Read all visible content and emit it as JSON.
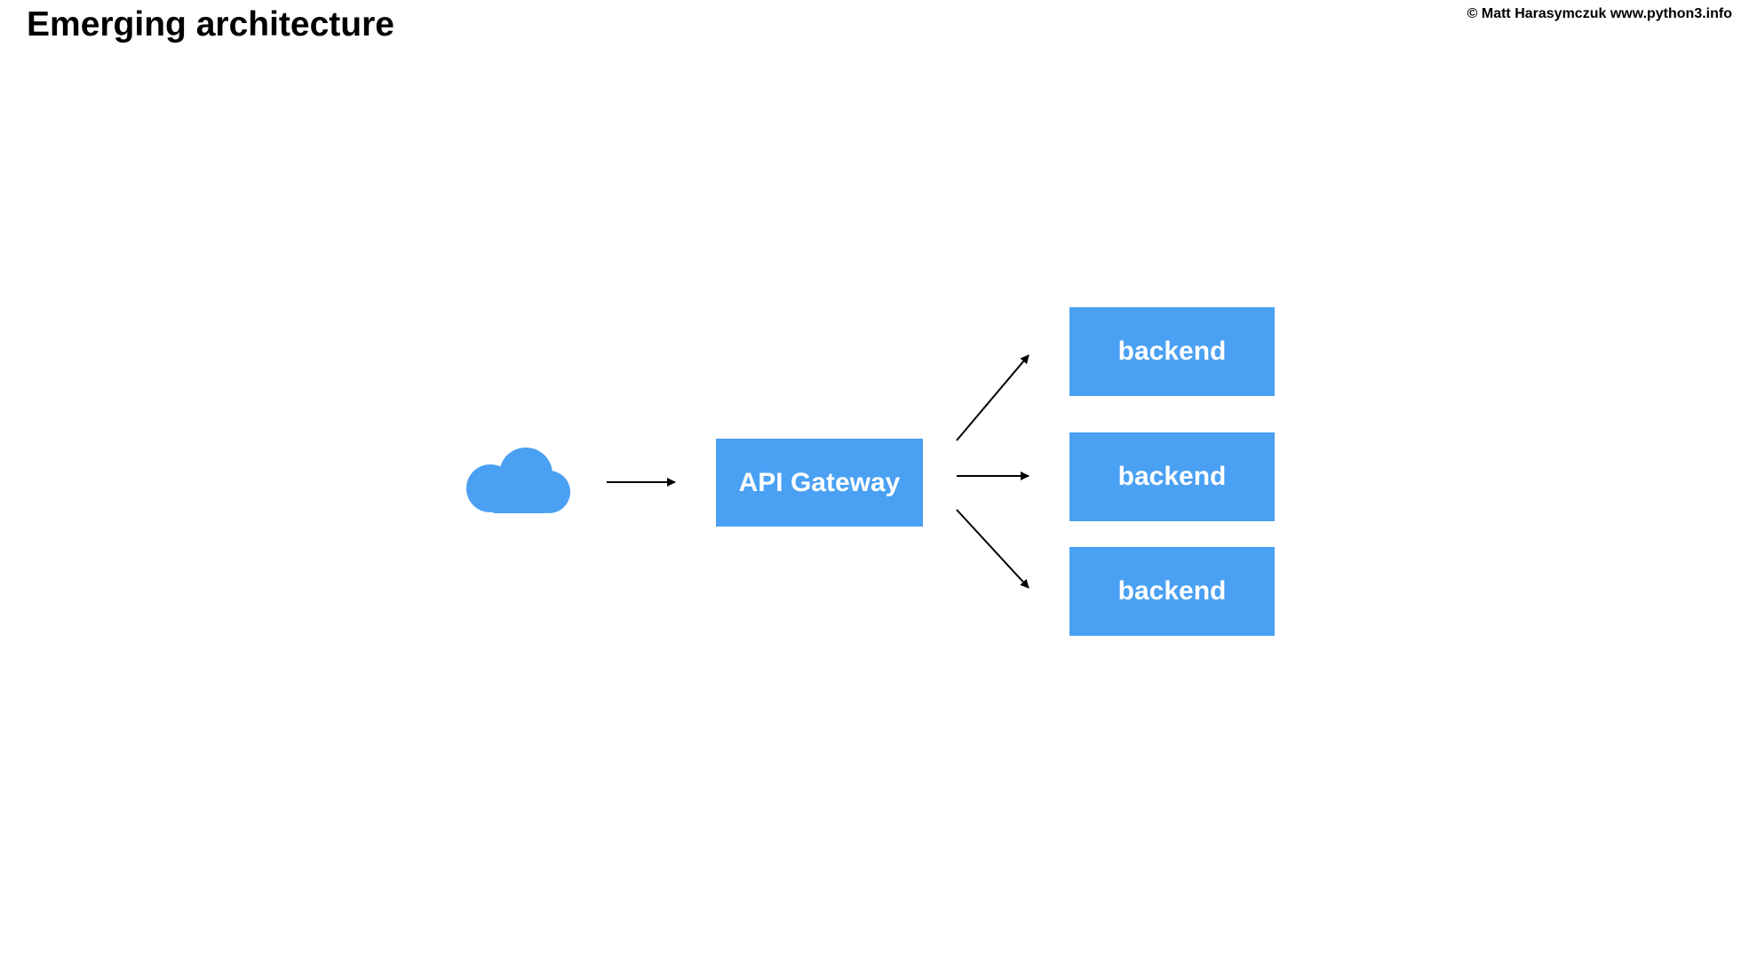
{
  "page": {
    "title": "Emerging architecture",
    "copyright": "© Matt Harasymczuk www.python3.info"
  },
  "diagram": {
    "colors": {
      "accent": "#4aa0f2",
      "arrow": "#000000",
      "node_text": "#ffffff"
    },
    "cloud": {
      "name": "client-cloud"
    },
    "gateway": {
      "label": "API Gateway"
    },
    "backends": [
      {
        "label": "backend"
      },
      {
        "label": "backend"
      },
      {
        "label": "backend"
      }
    ],
    "arrows": [
      {
        "from": "client-cloud",
        "to": "api-gateway"
      },
      {
        "from": "api-gateway",
        "to": "backend-1"
      },
      {
        "from": "api-gateway",
        "to": "backend-2"
      },
      {
        "from": "api-gateway",
        "to": "backend-3"
      }
    ]
  }
}
